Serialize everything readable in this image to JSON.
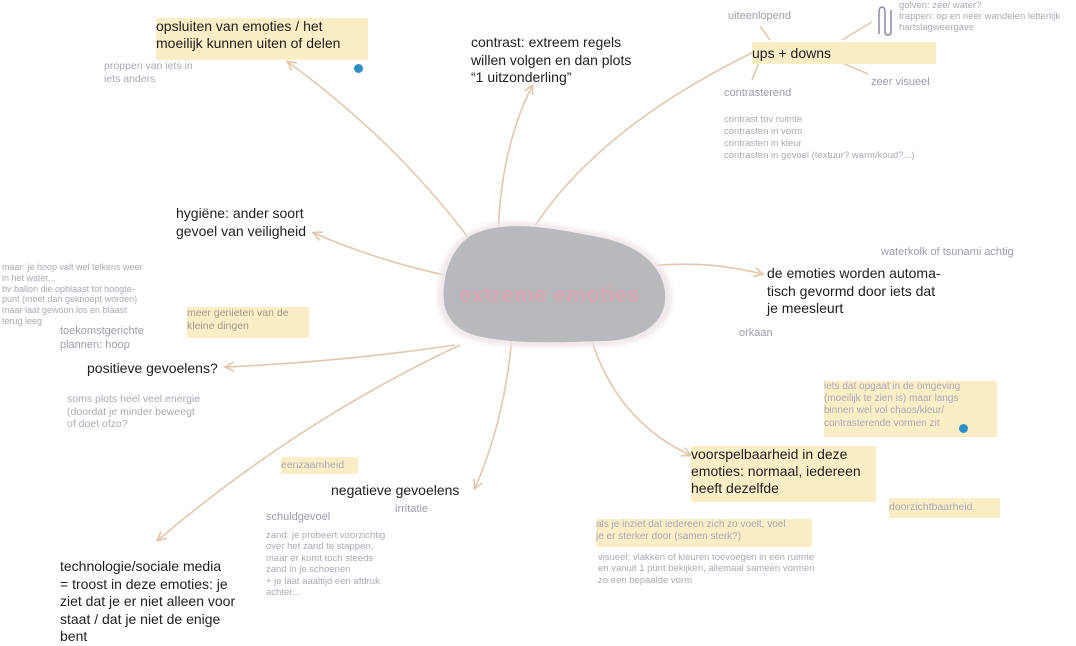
{
  "center": {
    "label": "extreme emoties",
    "fill": "#b7b9bc",
    "label_color": "#d9a8b6"
  },
  "colors": {
    "arrow": "#e2c7ac",
    "highlight": "#fbeec6",
    "dot": "#2f8fc4",
    "note": "#a8aab6"
  },
  "nodes": {
    "opsluiten": "opsluiten van emoties / het\nmoeilijk kunnen uiten of delen",
    "proppen": "proppen van iets in\niets anders",
    "contrast_regels": "contrast: extreem regels\nwillen volgen en dan plots\n“1 uitzonderling”",
    "uiteenlopend": "uiteenlopend",
    "golven": "golven: zee/ water?\ntrappen: op en neer wandelen letterlijk\nhartslagweergave",
    "ups_downs": "ups + downs",
    "zeer_visueel": "zeer visueel",
    "contrasterend": "contrasterend",
    "contrast_lijst": "contrast tov ruimte\ncontrasten in vorm\ncontrasten in kleur\ncontrasten in gevoel (textuur? warm/koud?...)",
    "hygiene": "hygiëne: ander soort\ngevoel van veiligheid",
    "waterkolk": "waterkolk of tsunami achtig",
    "automatisch": "de emoties worden automa-\ntisch gevormd door iets dat\nje meesleurt",
    "orkaan": "orkaan",
    "hoop_ballon": "maar: je hoop valt wel telkens weer\nin het water...\nbv ballon die opblaast tot hoogte-\npunt (moet dan geknoopt worden)\nmaar laat gewoon los en blaast\nterug leeg",
    "genieten": "meer genieten van de\nkleine dingen",
    "toekomst": "toekomstgerichte\nplannen: hoop",
    "positieve": "positieve gevoelens?",
    "energie": "soms plots heel veel energie\n(doordat je minder beweegt\nof doet ofzo?",
    "omgeving": "iets dat opgaat in de omgeving\n(moeilijk te zien is) maar langs\nbinnen wel vol chaos/kleur/\ncontrasterende vormen zit",
    "voorspelbaarheid": "voorspelbaarheid in deze\nemoties: normaal, iedereen\nheeft dezelfde",
    "doorzicht": "doorzichtbaarheid",
    "eenzaamheid": "eenzaamheid",
    "negatieve": "negatieve gevoelens",
    "irritatie": "irritatie",
    "schuldgevoel": "schuldgevoel",
    "zand": "zand: je probeert voorzichtig\nover het zand te stappen,\nmaar er komt toch steeds\nzand in je schoenen\n+ je laat aaaltijd een afdruk\nachter...",
    "inziet": "als je inziet dat iedereen zich zo voelt, voel\nje er sterker door (samen sterk?)",
    "visueel_vlakken": "visueel: vlakken of kleuren toevoegen in een ruimte\nen vanuit 1 punt bekijken, allemaal sameen vormen\nzo een bepaalde vorm",
    "technologie": "technologie/sociale media\n= troost in deze emoties: je\nziet dat je er niet alleen voor\nstaat / dat je niet de enige\nbent"
  }
}
